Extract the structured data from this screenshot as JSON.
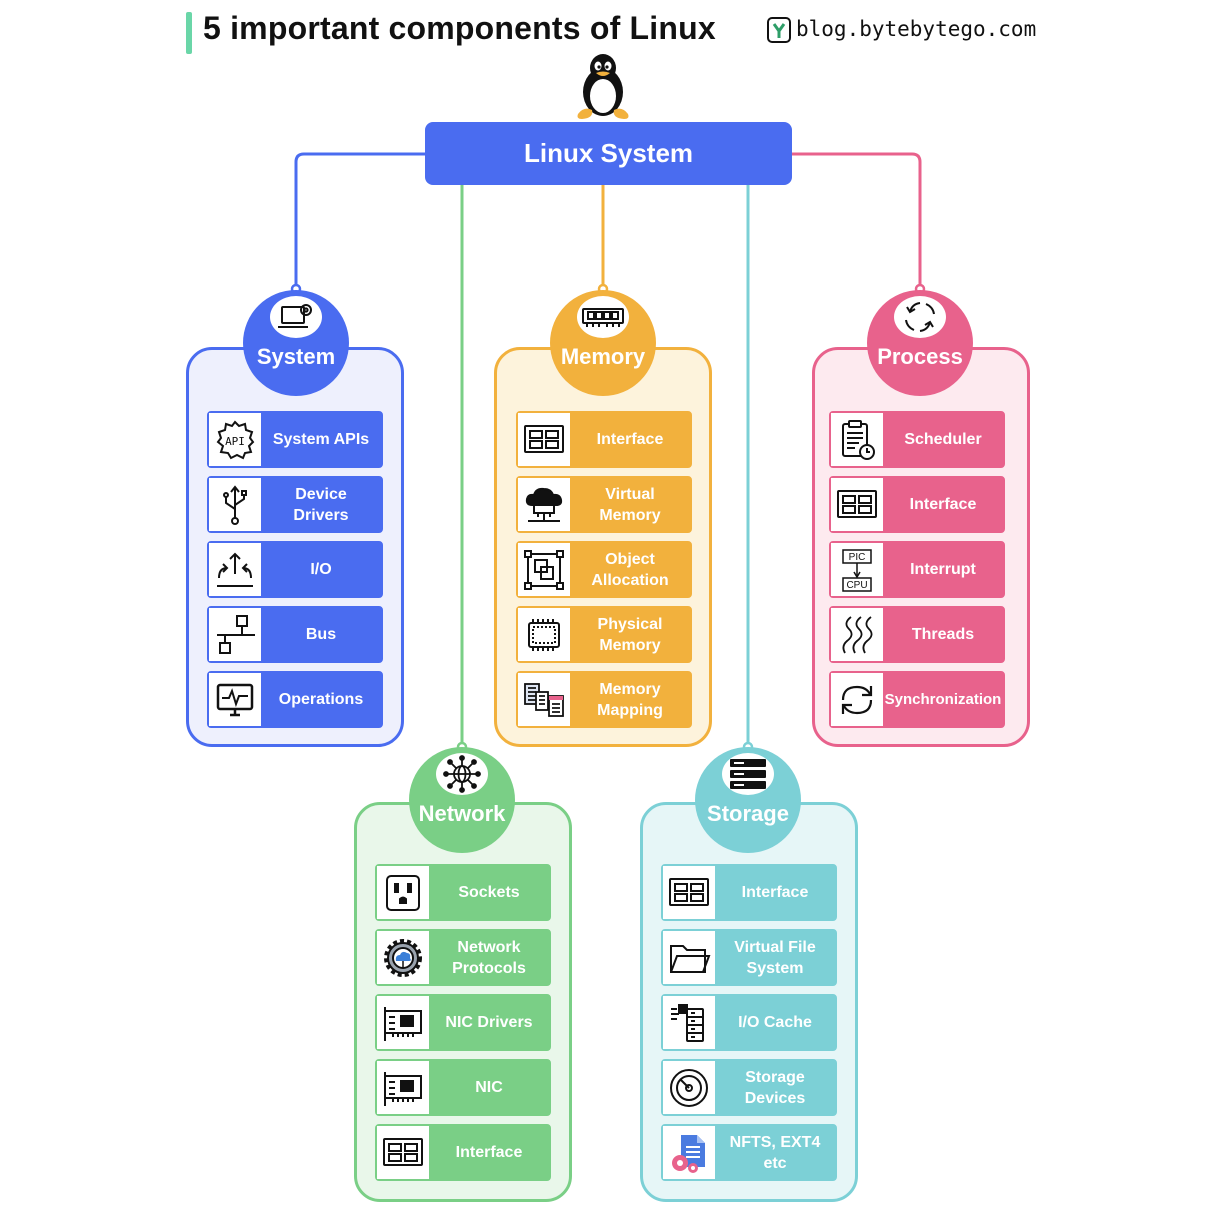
{
  "header": {
    "title": "5 important components of Linux",
    "brand_text": "blog.bytebytego.com"
  },
  "root": {
    "label": "Linux System",
    "color": "#4a6cf0"
  },
  "colors": {
    "system": "#4a6cf0",
    "memory": "#f2b13d",
    "process": "#e8628c",
    "network": "#7acf86",
    "storage": "#7cd0d6"
  },
  "system": {
    "title": "System",
    "items": [
      {
        "label": "System APIs",
        "icon": "api-icon"
      },
      {
        "label": "Device\nDrivers",
        "icon": "usb-icon"
      },
      {
        "label": "I/O",
        "icon": "io-arrows-icon"
      },
      {
        "label": "Bus",
        "icon": "bus-network-icon"
      },
      {
        "label": "Operations",
        "icon": "monitor-pulse-icon"
      }
    ]
  },
  "memory": {
    "title": "Memory",
    "items": [
      {
        "label": "Interface",
        "icon": "interface-grid-icon"
      },
      {
        "label": "Virtual\nMemory",
        "icon": "cloud-memory-icon"
      },
      {
        "label": "Object\nAllocation",
        "icon": "object-allocation-icon"
      },
      {
        "label": "Physical\nMemory",
        "icon": "chip-icon"
      },
      {
        "label": "Memory\nMapping",
        "icon": "mapping-icon"
      }
    ]
  },
  "process": {
    "title": "Process",
    "items": [
      {
        "label": "Scheduler",
        "icon": "scheduler-clipboard-icon"
      },
      {
        "label": "Interface",
        "icon": "interface-grid-icon"
      },
      {
        "label": "Interrupt",
        "icon": "pic-cpu-icon",
        "pic": "PIC",
        "cpu": "CPU"
      },
      {
        "label": "Threads",
        "icon": "threads-icon"
      },
      {
        "label": "Synchronization",
        "icon": "sync-icon"
      }
    ]
  },
  "network": {
    "title": "Network",
    "items": [
      {
        "label": "Sockets",
        "icon": "socket-icon"
      },
      {
        "label": "Network\nProtocols",
        "icon": "gear-cloud-icon"
      },
      {
        "label": "NIC Drivers",
        "icon": "nic-card-icon"
      },
      {
        "label": "NIC",
        "icon": "nic-card-icon"
      },
      {
        "label": "Interface",
        "icon": "interface-grid-icon"
      }
    ]
  },
  "storage": {
    "title": "Storage",
    "items": [
      {
        "label": "Interface",
        "icon": "interface-grid-icon"
      },
      {
        "label": "Virtual File\nSystem",
        "icon": "folder-icon"
      },
      {
        "label": "I/O Cache",
        "icon": "cache-server-icon"
      },
      {
        "label": "Storage\nDevices",
        "icon": "disk-icon"
      },
      {
        "label": "NFTS, EXT4\netc",
        "icon": "file-gear-icon"
      }
    ]
  }
}
